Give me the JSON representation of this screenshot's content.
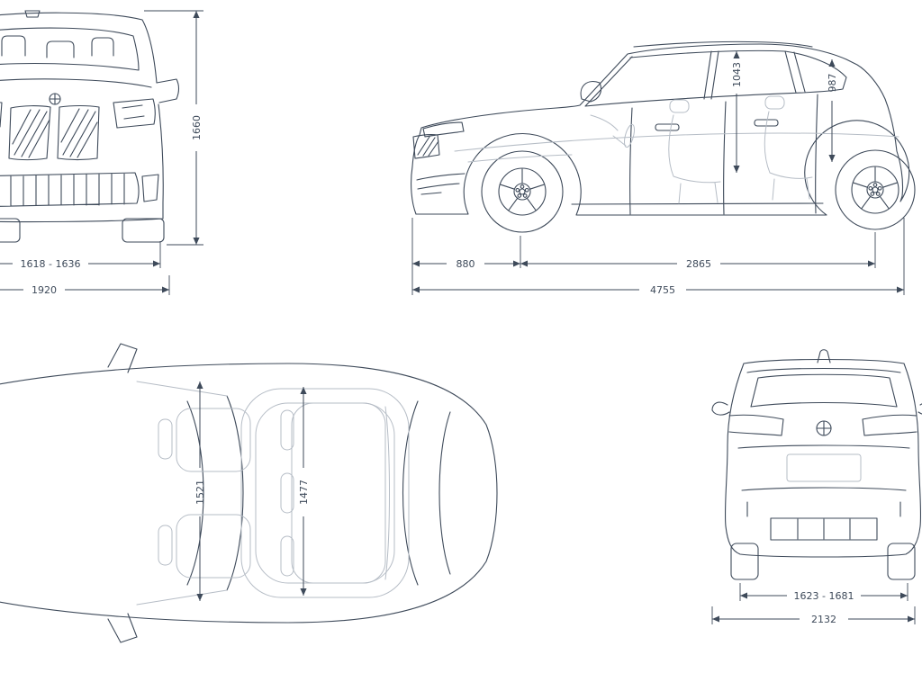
{
  "diagram": {
    "type": "vehicle-dimension-blueprint",
    "brand_badge": "bmw-roundel",
    "line_color": "#3e4a5a",
    "secondary_line_color": "#b6bdc6",
    "background": "#ffffff",
    "views": {
      "front": {
        "dimensions": {
          "height": "1660",
          "track": "1618 - 1636",
          "width": "1920"
        }
      },
      "side": {
        "dimensions": {
          "front_headroom": "1043",
          "rear_headroom": "987",
          "front_overhang": "880",
          "wheelbase": "2865",
          "length": "4755"
        }
      },
      "top": {
        "dimensions": {
          "front_interior_width": "1521",
          "rear_interior_width": "1477"
        }
      },
      "rear": {
        "dimensions": {
          "track": "1623 - 1681",
          "width_mirrors": "2132"
        }
      }
    }
  }
}
